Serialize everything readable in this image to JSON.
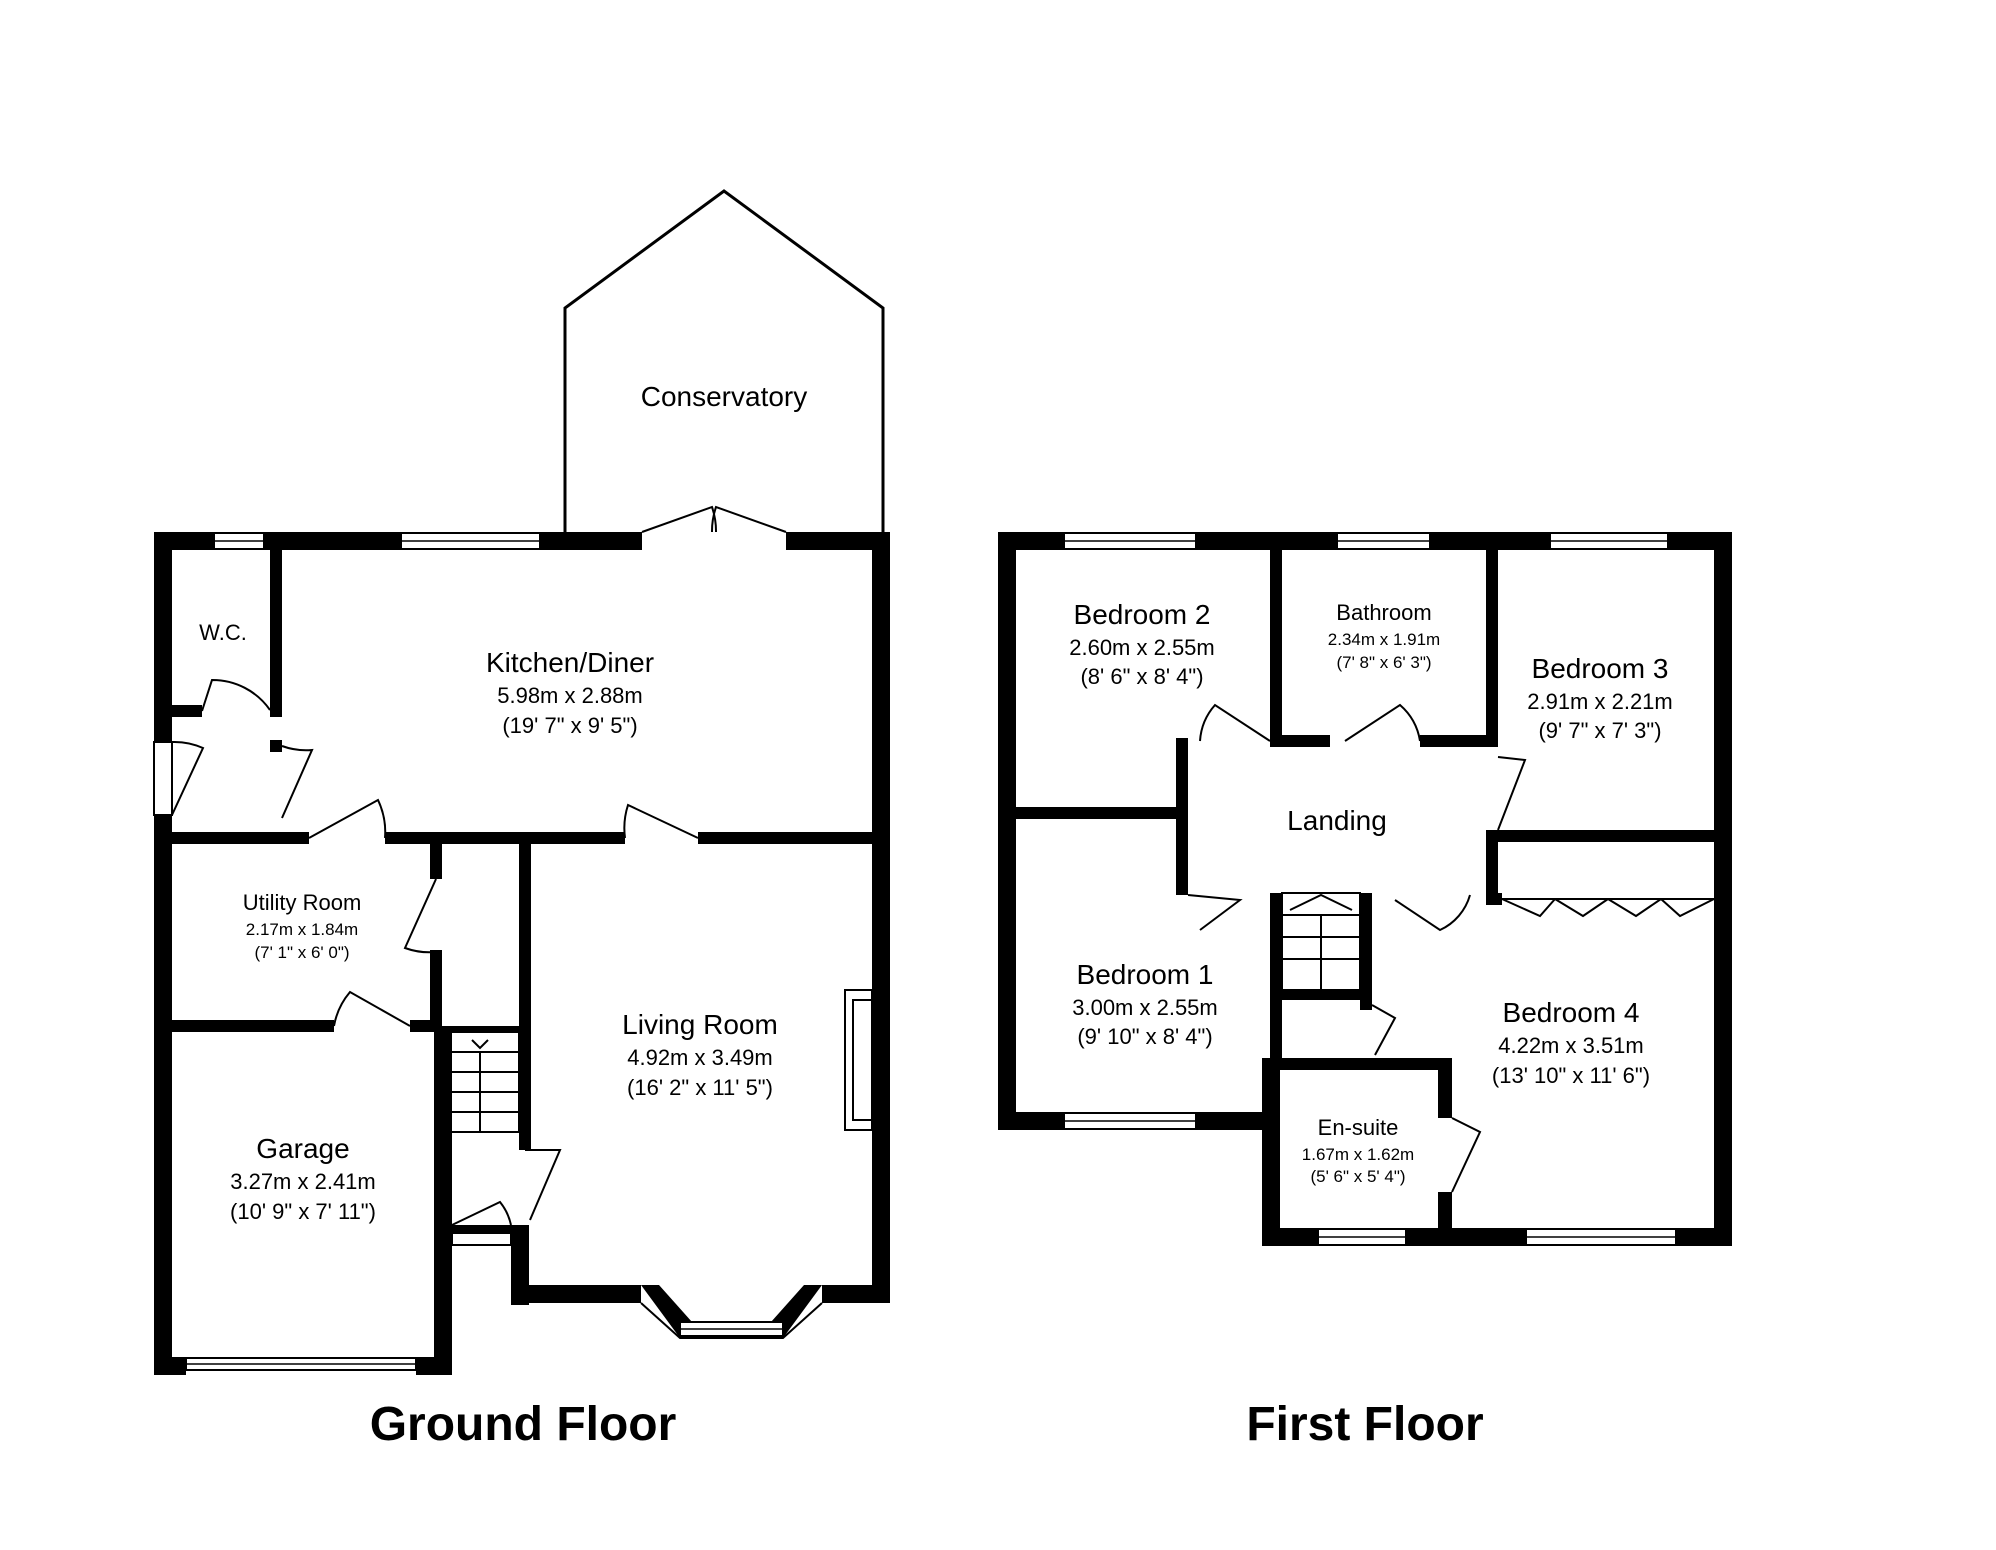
{
  "ground_floor": {
    "title": "Ground Floor",
    "rooms": {
      "conservatory": {
        "name": "Conservatory"
      },
      "wc": {
        "name": "W.C."
      },
      "kitchen": {
        "name": "Kitchen/Diner",
        "metric": "5.98m x 2.88m",
        "imperial": "(19' 7\" x 9' 5\")"
      },
      "utility": {
        "name": "Utility Room",
        "metric": "2.17m x 1.84m",
        "imperial": "(7' 1\" x 6' 0\")"
      },
      "living": {
        "name": "Living Room",
        "metric": "4.92m x 3.49m",
        "imperial": "(16' 2\" x 11' 5\")"
      },
      "garage": {
        "name": "Garage",
        "metric": "3.27m x 2.41m",
        "imperial": "(10' 9\" x 7' 11\")"
      }
    }
  },
  "first_floor": {
    "title": "First Floor",
    "rooms": {
      "bedroom2": {
        "name": "Bedroom 2",
        "metric": "2.60m x 2.55m",
        "imperial": "(8' 6\" x 8' 4\")"
      },
      "bathroom": {
        "name": "Bathroom",
        "metric": "2.34m x 1.91m",
        "imperial": "(7' 8\" x 6' 3\")"
      },
      "bedroom3": {
        "name": "Bedroom 3",
        "metric": "2.91m x 2.21m",
        "imperial": "(9' 7\" x 7' 3\")"
      },
      "landing": {
        "name": "Landing"
      },
      "bedroom1": {
        "name": "Bedroom 1",
        "metric": "3.00m x 2.55m",
        "imperial": "(9' 10\" x 8' 4\")"
      },
      "bedroom4": {
        "name": "Bedroom 4",
        "metric": "4.22m x 3.51m",
        "imperial": "(13' 10\" x 11' 6\")"
      },
      "ensuite": {
        "name": "En-suite",
        "metric": "1.67m x 1.62m",
        "imperial": "(5' 6\" x 5' 4\")"
      }
    }
  }
}
